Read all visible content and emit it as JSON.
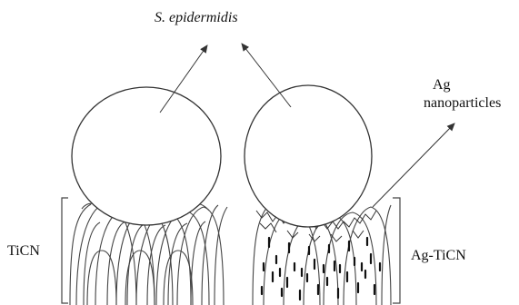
{
  "labels": {
    "species": "S. epidermidis",
    "ag_line1": "Ag",
    "ag_line2": "nanoparticles",
    "left_surface": "TiCN",
    "right_surface": "Ag-TiCN"
  },
  "colors": {
    "stroke": "#333333",
    "text": "#111111",
    "background": "#ffffff"
  }
}
